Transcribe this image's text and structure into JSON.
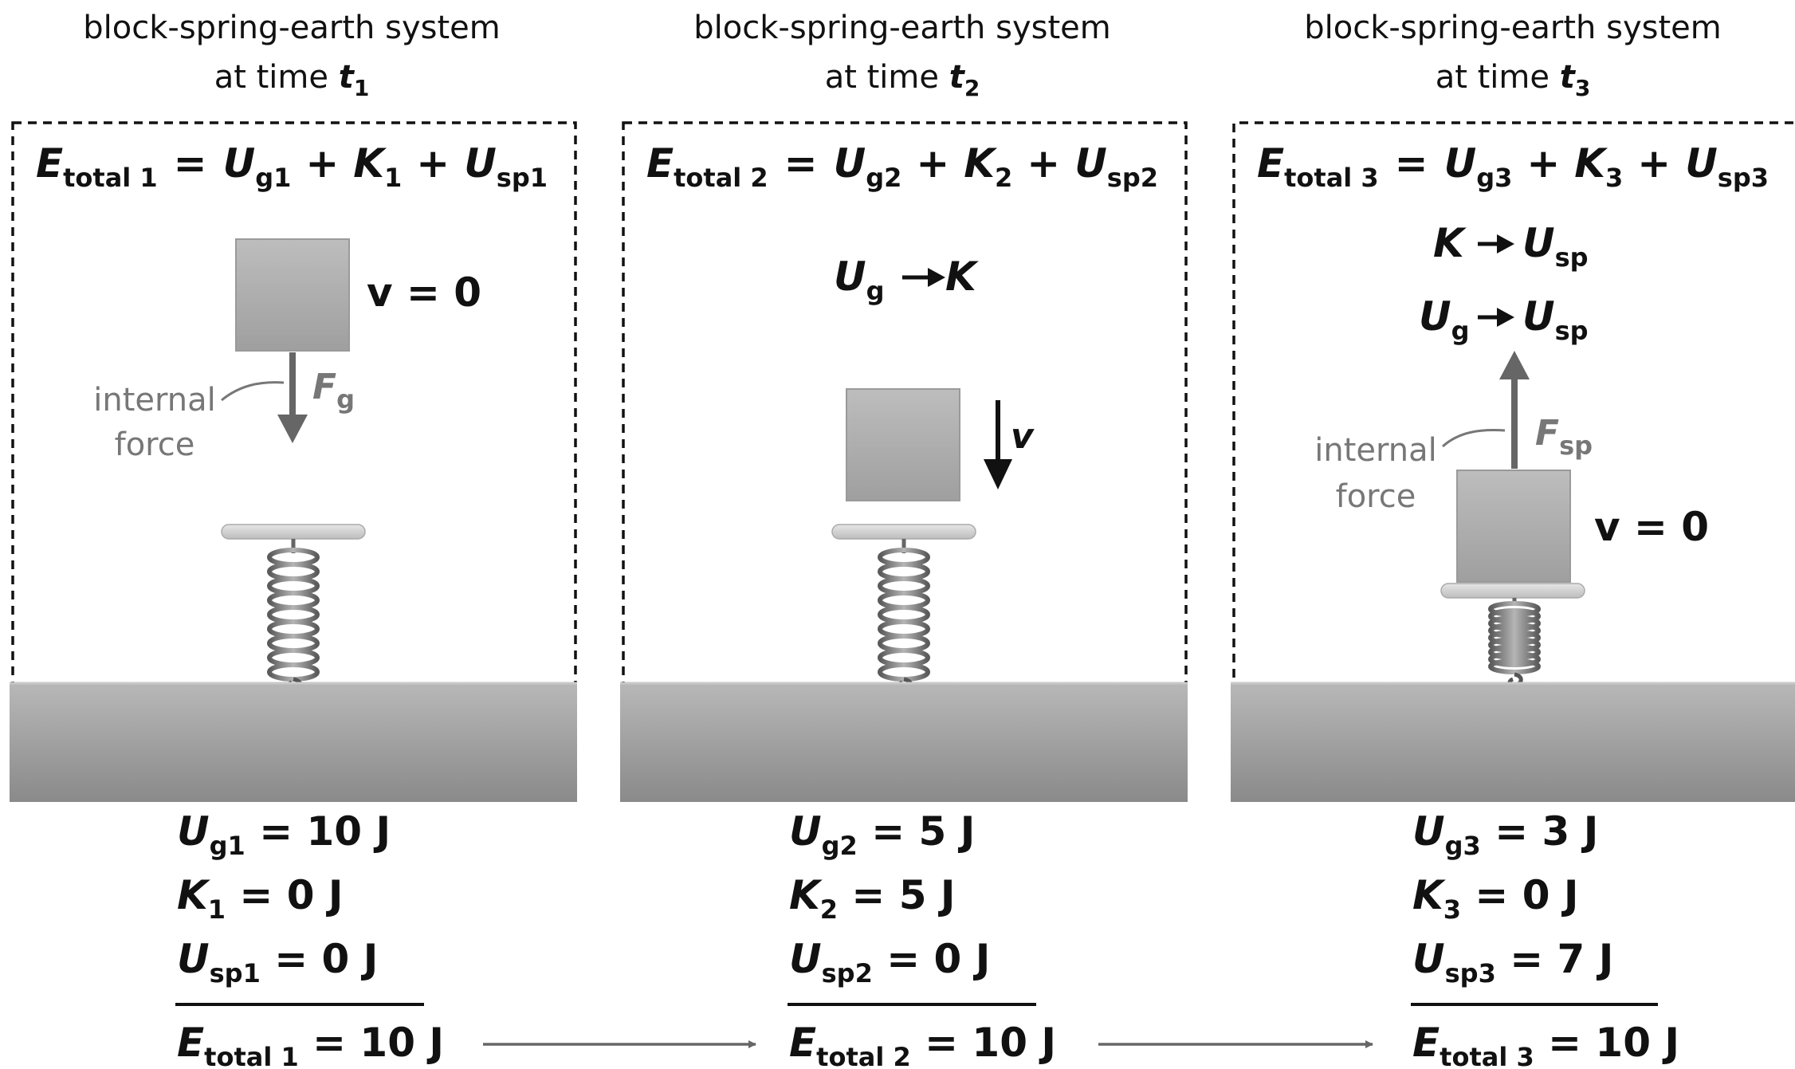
{
  "panels": [
    {
      "title_line1": "block-spring-earth system",
      "title_prefix": "at time ",
      "time_symbol": "t",
      "time_sub": "1",
      "equation": {
        "E": "E",
        "E_sub": "total 1",
        "eq": "=",
        "Ug": "U",
        "Ug_sub": "g1",
        "plus1": "+",
        "K": "K",
        "K_sub": "1",
        "plus2": "+",
        "Usp": "U",
        "Usp_sub": "sp1"
      },
      "velocity_label": "v = 0",
      "force_symbol": "F",
      "force_sub": "g",
      "internal_line1": "internal",
      "internal_line2": "force",
      "values": [
        {
          "sym": "U",
          "sub": "g1",
          "text": " = 10 J"
        },
        {
          "sym": "K",
          "sub": "1",
          "text": " = 0 J"
        },
        {
          "sym": "U",
          "sub": "sp1",
          "text": " = 0 J"
        }
      ],
      "total": {
        "sym": "E",
        "sub": "total 1",
        "text": " = 10 J"
      }
    },
    {
      "title_line1": "block-spring-earth system",
      "title_prefix": "at time ",
      "time_symbol": "t",
      "time_sub": "2",
      "equation": {
        "E": "E",
        "E_sub": "total 2",
        "eq": "=",
        "Ug": "U",
        "Ug_sub": "g2",
        "plus1": "+",
        "K": "K",
        "K_sub": "2",
        "plus2": "+",
        "Usp": "U",
        "Usp_sub": "sp2"
      },
      "conversion": {
        "from": "U",
        "from_sub": "g",
        "to": "K"
      },
      "velocity_symbol": "v",
      "values": [
        {
          "sym": "U",
          "sub": "g2",
          "text": " = 5 J"
        },
        {
          "sym": "K",
          "sub": "2",
          "text": " = 5 J"
        },
        {
          "sym": "U",
          "sub": "sp2",
          "text": " = 0 J"
        }
      ],
      "total": {
        "sym": "E",
        "sub": "total 2",
        "text": " = 10 J"
      }
    },
    {
      "title_line1": "block-spring-earth system",
      "title_prefix": "at time ",
      "time_symbol": "t",
      "time_sub": "3",
      "equation": {
        "E": "E",
        "E_sub": "total 3",
        "eq": "=",
        "Ug": "U",
        "Ug_sub": "g3",
        "plus1": "+",
        "K": "K",
        "K_sub": "3",
        "plus2": "+",
        "Usp": "U",
        "Usp_sub": "sp3"
      },
      "conversion1": {
        "from": "K",
        "to": "U",
        "to_sub": "sp"
      },
      "conversion2": {
        "from": "U",
        "from_sub": "g",
        "to": "U",
        "to_sub": "sp"
      },
      "velocity_label": "v = 0",
      "force_symbol": "F",
      "force_sub": "sp",
      "internal_line1": "internal",
      "internal_line2": "force",
      "values": [
        {
          "sym": "U",
          "sub": "g3",
          "text": " = 3 J"
        },
        {
          "sym": "K",
          "sub": "3",
          "text": " = 0 J"
        },
        {
          "sym": "U",
          "sub": "sp3",
          "text": " = 7 J"
        }
      ],
      "total": {
        "sym": "E",
        "sub": "total 3",
        "text": " = 10 J"
      }
    }
  ]
}
